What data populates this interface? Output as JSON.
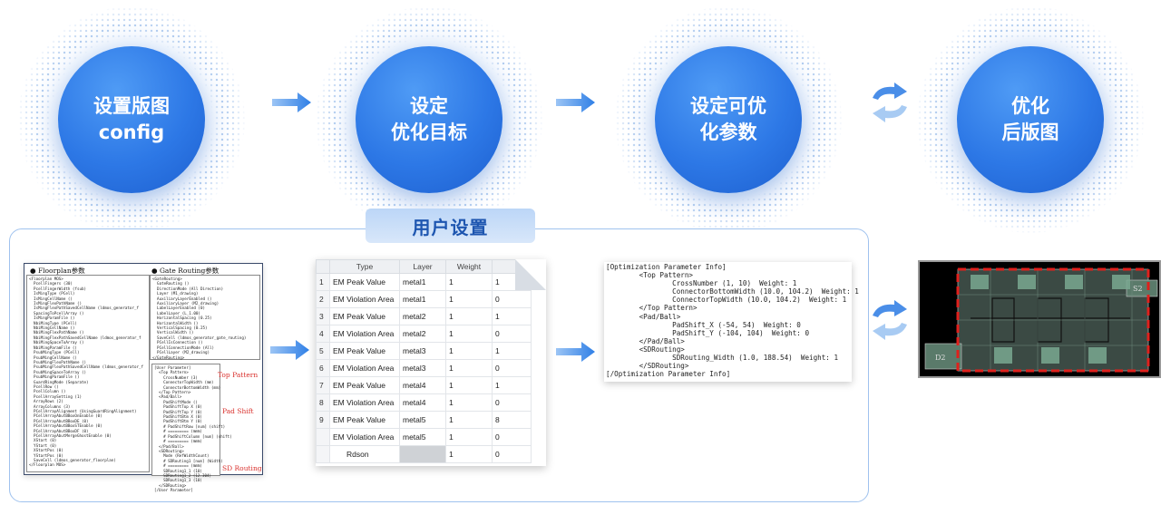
{
  "steps": [
    {
      "line1": "设置版图",
      "line2": "config"
    },
    {
      "line1": "设定",
      "line2": "优化目标"
    },
    {
      "line1": "设定可优",
      "line2": "化参数"
    },
    {
      "line1": "优化",
      "line2": "后版图"
    }
  ],
  "panel": {
    "title": "用户设置"
  },
  "floorplan_doc": {
    "header_left": "Floorplan参数",
    "header_right": "Gate Routing参数",
    "left_text": "<Floorplan MOS>\n  PcellFingers (30)\n  PcellFingerWidth (fsub)\n  IsMingType (PCell)\n  IsMingCellName ()\n  IsMingFlexPathName ()\n  IsMingFlexPathSavedCellName (ldmos_generator_f\n  SpacingToPcellArray ()\n  IsMingParamFile ()\n  NbiMingType (PCell)\n  NbiMingCellName ()\n  NbiMingFlexPathName ()\n  NbiMingFlexPathSavedCellName (ldmos_generator_f\n  NbiMingSpaceToArray ()\n  NbiMingParamFile ()\n  PsubMingType (PCell)\n  PsubMingCellName ()\n  PsubMingFlexPathName ()\n  PsubMingFlexPathSavedCellName (ldmos_generator_f\n  PsubMingSpaceToArray ()\n  PsubMingParamFile ()\n  GuardRingMode (Separate)\n  PcellRow ()\n  PcellColumn ()\n  PcellArraySetting (1)\n  ArrayRows (2)\n  ArrayColumns (3)\n  PCellArrayAlignment (UsingGuardRingAlignment)\n  PCellArrayAbutBBoxOnEnable (0)\n  PCellArrayAbutBBoxDE (0)\n  PCellArrayAbutBBoxSTEnable (0)\n  PCellArrayAbutBBoxDF (0)\n  PCellArrayAbutMergeGhostEnable (0)\n  XStart (0)\n  YStart (0)\n  XStartPos (0)\n  YStartPos (0)\n  SaveCell (ldmos_generator_floorplan)\n</Floorplan MOS>",
    "right_text": "<GateRouting>\n  GateRouting ()\n  DirectionMode (All Direction)\n  Layer (M1_drawing)\n  AuxiliaryLayerEnabled ()\n  AuxiliaryLayer (M2_drawing)\n  LabelLayerEnabled (0)\n  LabelLayer (L_1.00)\n  HorizontalSpacing (0.25)\n  HorizontalWidth ()\n  VerticalSpacing (0.25)\n  VerticalWidth ()\n  SaveCell (ldmos_generator_gate_routing)\n  PCellIsConnection ()\n  PCellConnectionMode (All)\n  PCellLayer (M2_drawing)\n</GateRouting>",
    "user_text": "[User Parameter]\n  <Top Pattern>\n    CrossNumber (3)\n    ConnectorTopWidth (mm)\n    ConnectorBottomWidth (mm)\n  </Top Pattern>\n  <Pad/Ball>\n    PadShiftMode ()\n    PadShiftTop X (0)\n    PadShiftTop Y (0)\n    PadShiftBtm X (0)\n    PadShiftBtm Y (0)\n    # PadShiftRow [num] (shift)\n    # ========= (mmm)\n    # PadShiftColumn [num] (shift)\n    # ========= (mmm)\n  </Pad/Ball>\n  <SDRouting>\n    Mode (RefWidthCount)\n    # SDRouting1 [num] (Width)\n    # ========= (mmm)\n    SDRouting1_1 (10)\n    SDRouting1_2 (12.304)\n    SDRouting1_3 (10)\n  </SDRouting>\n[/User Parameter]",
    "label_top": "Top Pattern",
    "label_pad": "Pad Shift",
    "label_sd": "SD Routing"
  },
  "target_table": {
    "headers": [
      "Type",
      "Layer",
      "Weight"
    ],
    "rows": [
      {
        "idx": "1",
        "type": "EM Peak Value",
        "layer": "metal1",
        "weight": "1",
        "extra": "1"
      },
      {
        "idx": "2",
        "type": "EM Violation Area",
        "layer": "metal1",
        "weight": "1",
        "extra": "0"
      },
      {
        "idx": "3",
        "type": "EM Peak Value",
        "layer": "metal2",
        "weight": "1",
        "extra": "1"
      },
      {
        "idx": "4",
        "type": "EM Violation Area",
        "layer": "metal2",
        "weight": "1",
        "extra": "0"
      },
      {
        "idx": "5",
        "type": "EM Peak Value",
        "layer": "metal3",
        "weight": "1",
        "extra": "1"
      },
      {
        "idx": "6",
        "type": "EM Violation Area",
        "layer": "metal3",
        "weight": "1",
        "extra": "0"
      },
      {
        "idx": "7",
        "type": "EM Peak Value",
        "layer": "metal4",
        "weight": "1",
        "extra": "1"
      },
      {
        "idx": "8",
        "type": "EM Violation Area",
        "layer": "metal4",
        "weight": "1",
        "extra": "0"
      },
      {
        "idx": "9",
        "type": "EM Peak Value",
        "layer": "metal5",
        "weight": "1",
        "extra": "8"
      },
      {
        "idx": "",
        "type": "EM Violation Area",
        "layer": "metal5",
        "weight": "1",
        "extra": "0"
      },
      {
        "idx": "",
        "type": "Rdson",
        "layer": "",
        "weight": "1",
        "extra": "0"
      }
    ]
  },
  "opt_params": {
    "text": "[Optimization Parameter Info]\n        <Top Pattern>\n                CrossNumber (1, 10)  Weight: 1\n                ConnectorBottomWidth (10.0, 104.2)  Weight: 1\n                ConnectorTopWidth (10.0, 104.2)  Weight: 1\n        </Top Pattern>\n        <Pad/Ball>\n                PadShift_X (-54, 54)  Weight: 0\n                PadShift_Y (-104, 104)  Weight: 0\n        </Pad/Ball>\n        <SDRouting>\n                SDRouting_Width (1.0, 188.54)  Weight: 1\n        </SDRouting>\n[/Optimization Parameter Info]"
  },
  "layout_view": {
    "label_s2": "S2",
    "label_d2": "D2"
  }
}
